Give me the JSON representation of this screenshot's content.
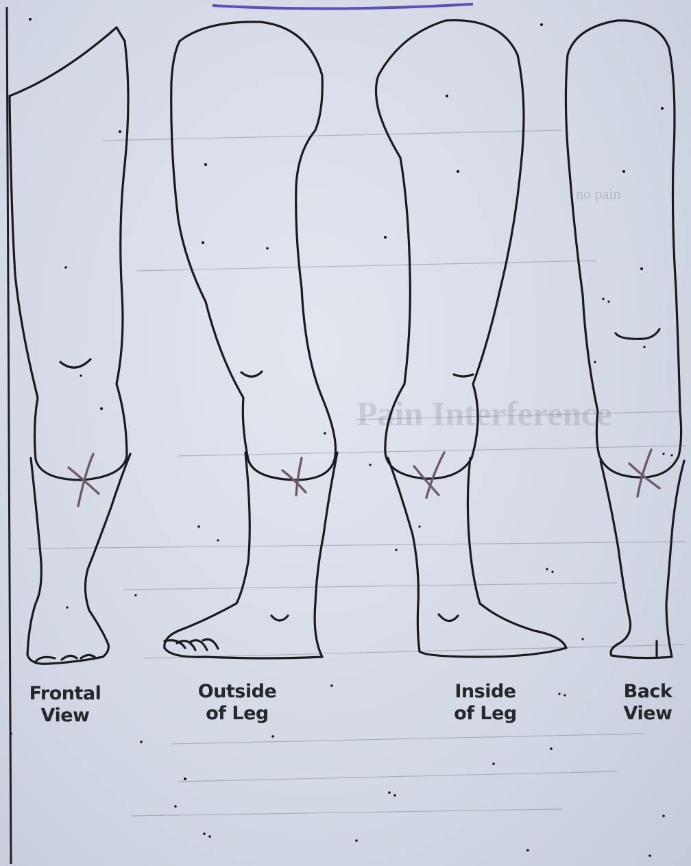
{
  "views": [
    {
      "key": "frontal",
      "line1": "Frontal",
      "line2": "View"
    },
    {
      "key": "outside",
      "line1": "Outside",
      "line2": "of Leg"
    },
    {
      "key": "inside",
      "line1": "Inside",
      "line2": "of Leg"
    },
    {
      "key": "back",
      "line1": "Back",
      "line2": "View"
    }
  ],
  "colors": {
    "outline": "#1b1b1d",
    "pain_mark": "#6e5a68",
    "paper": "#d7dce6"
  },
  "marks": {
    "pain_location": "below knee (calf), all four views",
    "symbol": "X"
  }
}
